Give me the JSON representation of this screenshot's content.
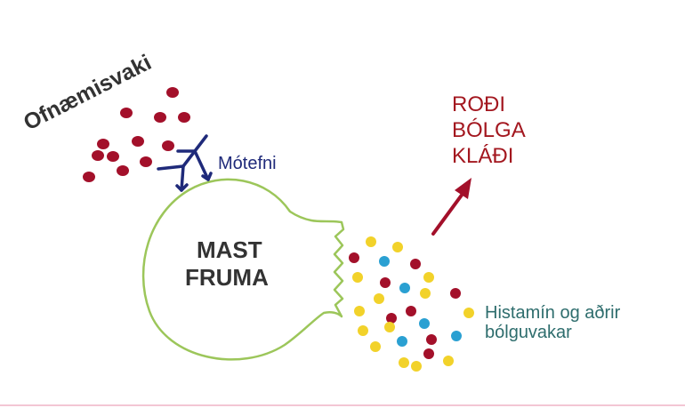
{
  "labels": {
    "allergen": "Ofnæmisvaki",
    "antibody": "Mótefni",
    "cell_line1": "MAST",
    "cell_line2": "FRUMA",
    "effects": [
      "ROÐI",
      "BÓLGA",
      "KLÁÐI"
    ],
    "mediators_line1": "Histamín og aðrir",
    "mediators_line2": "bólguvakar"
  },
  "colors": {
    "allergen_dot": "#a3102a",
    "cell_outline": "#9cc65a",
    "antibody": "#1f2a7a",
    "arrow": "#a3102a",
    "mediator_yellow": "#f2d22a",
    "mediator_blue": "#2aa0d2",
    "mediator_red": "#a3102a",
    "bottom_line": "#f3c6d4"
  }
}
